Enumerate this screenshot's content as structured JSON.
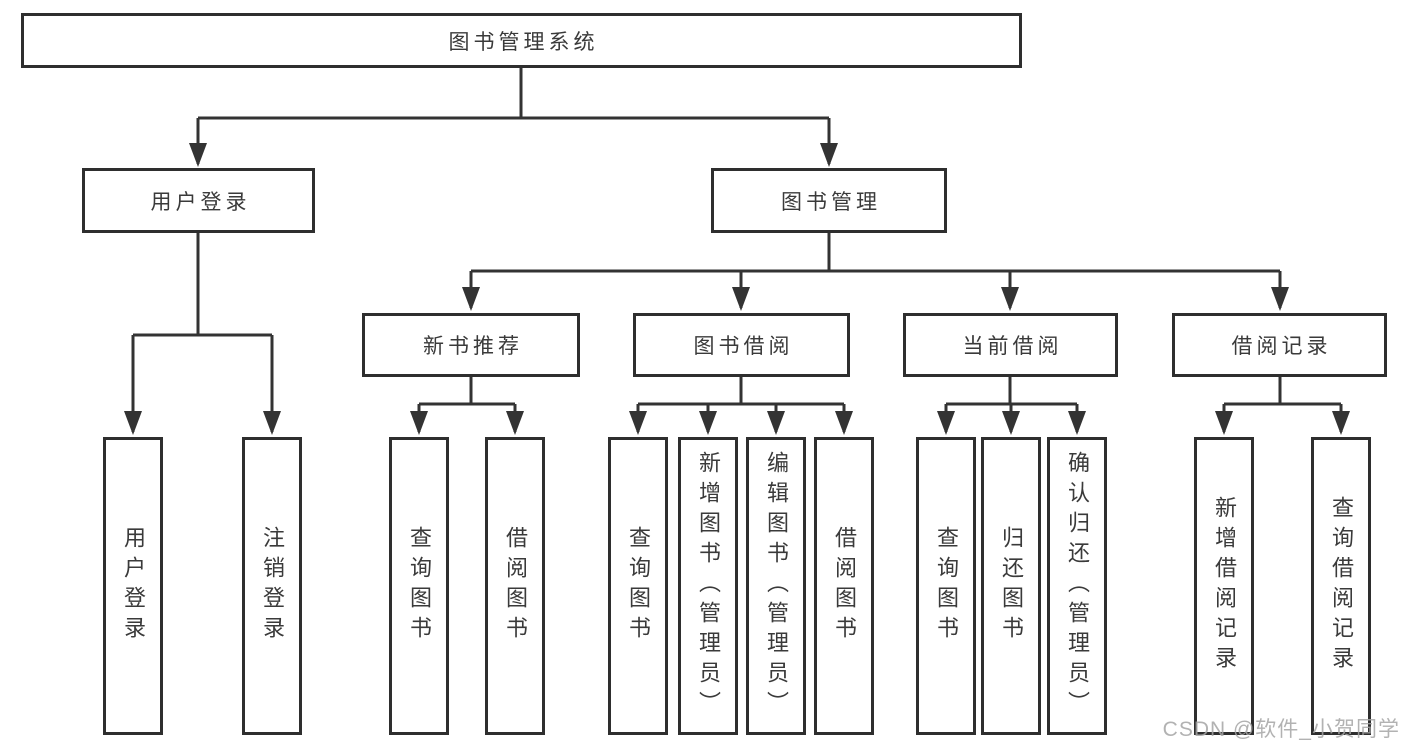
{
  "root": {
    "label": "图书管理系统"
  },
  "branches": {
    "user": {
      "label": "用户登录",
      "children": [
        {
          "label": "用户登录"
        },
        {
          "label": "注销登录"
        }
      ]
    },
    "book": {
      "label": "图书管理",
      "groups": [
        {
          "label": "新书推荐",
          "children": [
            {
              "label": "查询图书"
            },
            {
              "label": "借阅图书"
            }
          ]
        },
        {
          "label": "图书借阅",
          "children": [
            {
              "label": "查询图书"
            },
            {
              "label": "新增图书（管理员）"
            },
            {
              "label": "编辑图书（管理员）"
            },
            {
              "label": "借阅图书"
            }
          ]
        },
        {
          "label": "当前借阅",
          "children": [
            {
              "label": "查询图书"
            },
            {
              "label": "归还图书"
            },
            {
              "label": "确认归还（管理员）"
            }
          ]
        },
        {
          "label": "借阅记录",
          "children": [
            {
              "label": "新增借阅记录"
            },
            {
              "label": "查询借阅记录"
            }
          ]
        }
      ]
    }
  },
  "watermark": {
    "text": "CSDN @软件_小贺同学"
  },
  "colors": {
    "border": "#2e2e2e",
    "line": "#333333",
    "text": "#3a3a3a",
    "watermark_text": "#a5a5a5",
    "background": "#ffffff"
  }
}
